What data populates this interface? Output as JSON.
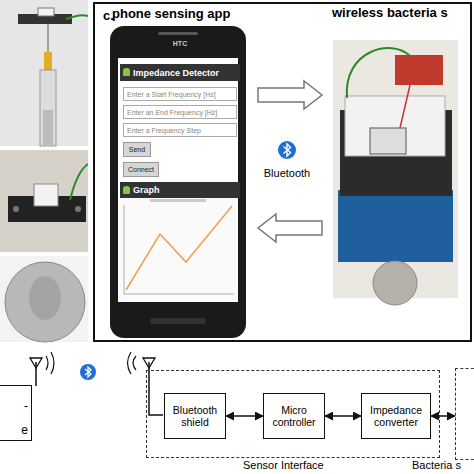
{
  "diagram": {
    "nodes": [
      {
        "text": [
          "c."
        ]
      },
      {
        "text": [
          "phone sensing app",
          "HTC"
        ],
        "in": 0
      },
      {
        "text": [
          "Impedance Detector"
        ],
        "in": 1
      },
      {
        "text": [
          "Enter a Start Frequency [Hz]"
        ],
        "in": 1
      },
      {
        "text": [
          "Enter an End Frequency [Hz]"
        ],
        "in": 1
      },
      {
        "text": [
          "Enter a Frequency Step"
        ],
        "in": 1
      },
      {
        "text": [
          "Send"
        ],
        "in": 1
      },
      {
        "text": [
          "Connect"
        ],
        "in": 1
      },
      {
        "text": [
          "Graph"
        ],
        "in": 1
      },
      {
        "text": [
          "wireless bacteria s"
        ],
        "in": 0
      },
      {
        "text": [
          "- e"
        ]
      },
      {
        "text": [
          "Sensor Interface"
        ]
      },
      {
        "text": [
          "Bluetooth shield"
        ],
        "in": 11
      },
      {
        "text": [
          "Micro controller"
        ],
        "in": 11
      },
      {
        "text": [
          "Impedance converter"
        ],
        "in": 11
      },
      {
        "text": [
          "Bacteria s"
        ]
      }
    ],
    "edges": [
      {
        "from": 1,
        "to": 9,
        "arrow": "to"
      },
      {
        "from": 9,
        "to": 1,
        "arrow": "to"
      },
      {
        "from": 12,
        "to": 13,
        "arrow": "both"
      },
      {
        "from": 13,
        "to": 14,
        "arrow": "both"
      },
      {
        "from": 14,
        "to": 15,
        "arrow": "both"
      }
    ],
    "labels": [
      "Bluetooth"
    ]
  }
}
